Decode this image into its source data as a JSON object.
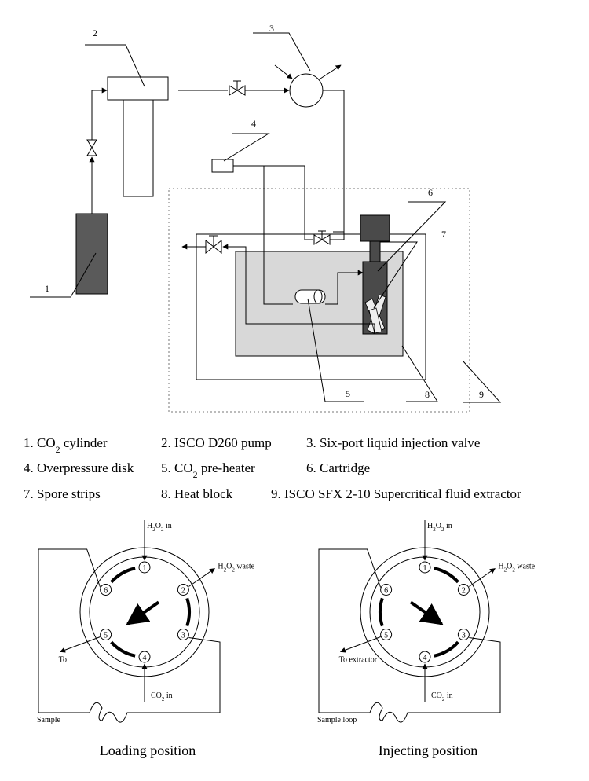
{
  "callouts": [
    "1",
    "2",
    "3",
    "4",
    "5",
    "6",
    "7",
    "8",
    "9"
  ],
  "legend": [
    {
      "num": "1.",
      "pre": "CO",
      "sub": "2",
      "post": " cylinder"
    },
    {
      "num": "2.",
      "pre": "ISCO D260 pump",
      "sub": "",
      "post": ""
    },
    {
      "num": "3.",
      "pre": "Six-port liquid injection valve",
      "sub": "",
      "post": ""
    },
    {
      "num": "4.",
      "pre": "Overpressure disk",
      "sub": "",
      "post": ""
    },
    {
      "num": "5.",
      "pre": "CO",
      "sub": "2",
      "post": " pre-heater"
    },
    {
      "num": "6.",
      "pre": "Cartridge",
      "sub": "",
      "post": ""
    },
    {
      "num": "7.",
      "pre": "Spore strips",
      "sub": "",
      "post": ""
    },
    {
      "num": "8.",
      "pre": "Heat block",
      "sub": "",
      "post": ""
    },
    {
      "num": "9.",
      "pre": "ISCO SFX 2-10 Supercritical fluid extractor",
      "sub": "",
      "post": ""
    }
  ],
  "valve_ports": [
    "1",
    "2",
    "3",
    "4",
    "5",
    "6"
  ],
  "loading": {
    "caption": "Loading position",
    "h2o2_in": {
      "pre": "H",
      "sub1": "2",
      "mid": "O",
      "sub2": "2",
      "post": " in"
    },
    "h2o2_waste": {
      "pre": "H",
      "sub1": "2",
      "mid": "O",
      "sub2": "2",
      "post": " waste"
    },
    "co2_in": {
      "pre": "CO",
      "sub": "2",
      "post": " in"
    },
    "to_label": "To",
    "sample_label": "Sample"
  },
  "injecting": {
    "caption": "Injecting position",
    "h2o2_in": {
      "pre": "H",
      "sub1": "2",
      "mid": "O",
      "sub2": "2",
      "post": " in"
    },
    "h2o2_waste": {
      "pre": "H",
      "sub1": "2",
      "mid": "O",
      "sub2": "2",
      "post": " waste"
    },
    "co2_in": {
      "pre": "CO",
      "sub": "2",
      "post": " in"
    },
    "to_label": "To extractor",
    "sample_label": "Sample loop"
  },
  "colors": {
    "cylinder": "#5a5a5a",
    "heat_block": "#d8d8d8",
    "pump_motor": "#4a4a4a",
    "line": "#000000"
  }
}
